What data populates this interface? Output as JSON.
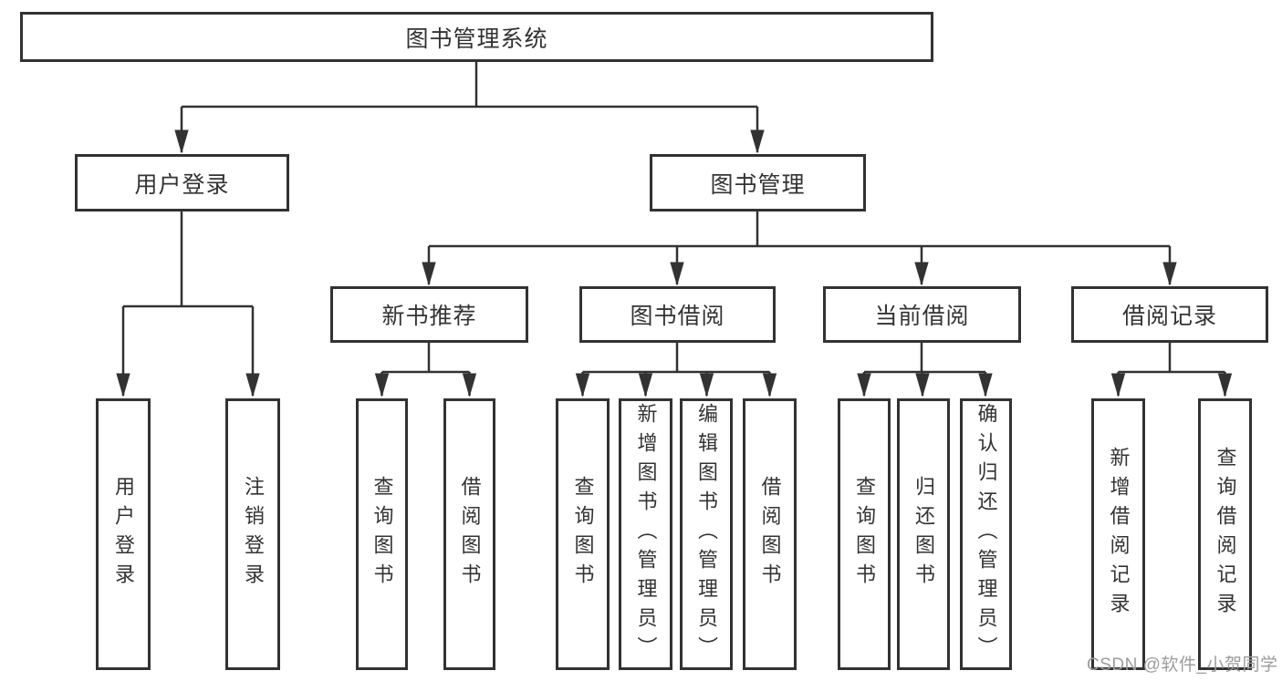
{
  "tree": {
    "label": "图书管理系统",
    "children": [
      {
        "label": "用户登录",
        "children": [
          {
            "label": "用户登录"
          },
          {
            "label": "注销登录"
          }
        ]
      },
      {
        "label": "图书管理",
        "children": [
          {
            "label": "新书推荐",
            "children": [
              {
                "label": "查询图书"
              },
              {
                "label": "借阅图书"
              }
            ]
          },
          {
            "label": "图书借阅",
            "children": [
              {
                "label": "查询图书"
              },
              {
                "label": "新增图书（管理员）"
              },
              {
                "label": "编辑图书（管理员）"
              },
              {
                "label": "借阅图书"
              }
            ]
          },
          {
            "label": "当前借阅",
            "children": [
              {
                "label": "查询图书"
              },
              {
                "label": "归还图书"
              },
              {
                "label": "确认归还（管理员）"
              }
            ]
          },
          {
            "label": "借阅记录",
            "children": [
              {
                "label": "新增借阅记录"
              },
              {
                "label": "查询借阅记录"
              }
            ]
          }
        ]
      }
    ]
  },
  "watermark": "CSDN @软件_小贺同学",
  "colors": {
    "line": "#323232",
    "text": "#333333",
    "box_fill": "#ffffff",
    "watermark": "#9c9c9c"
  }
}
